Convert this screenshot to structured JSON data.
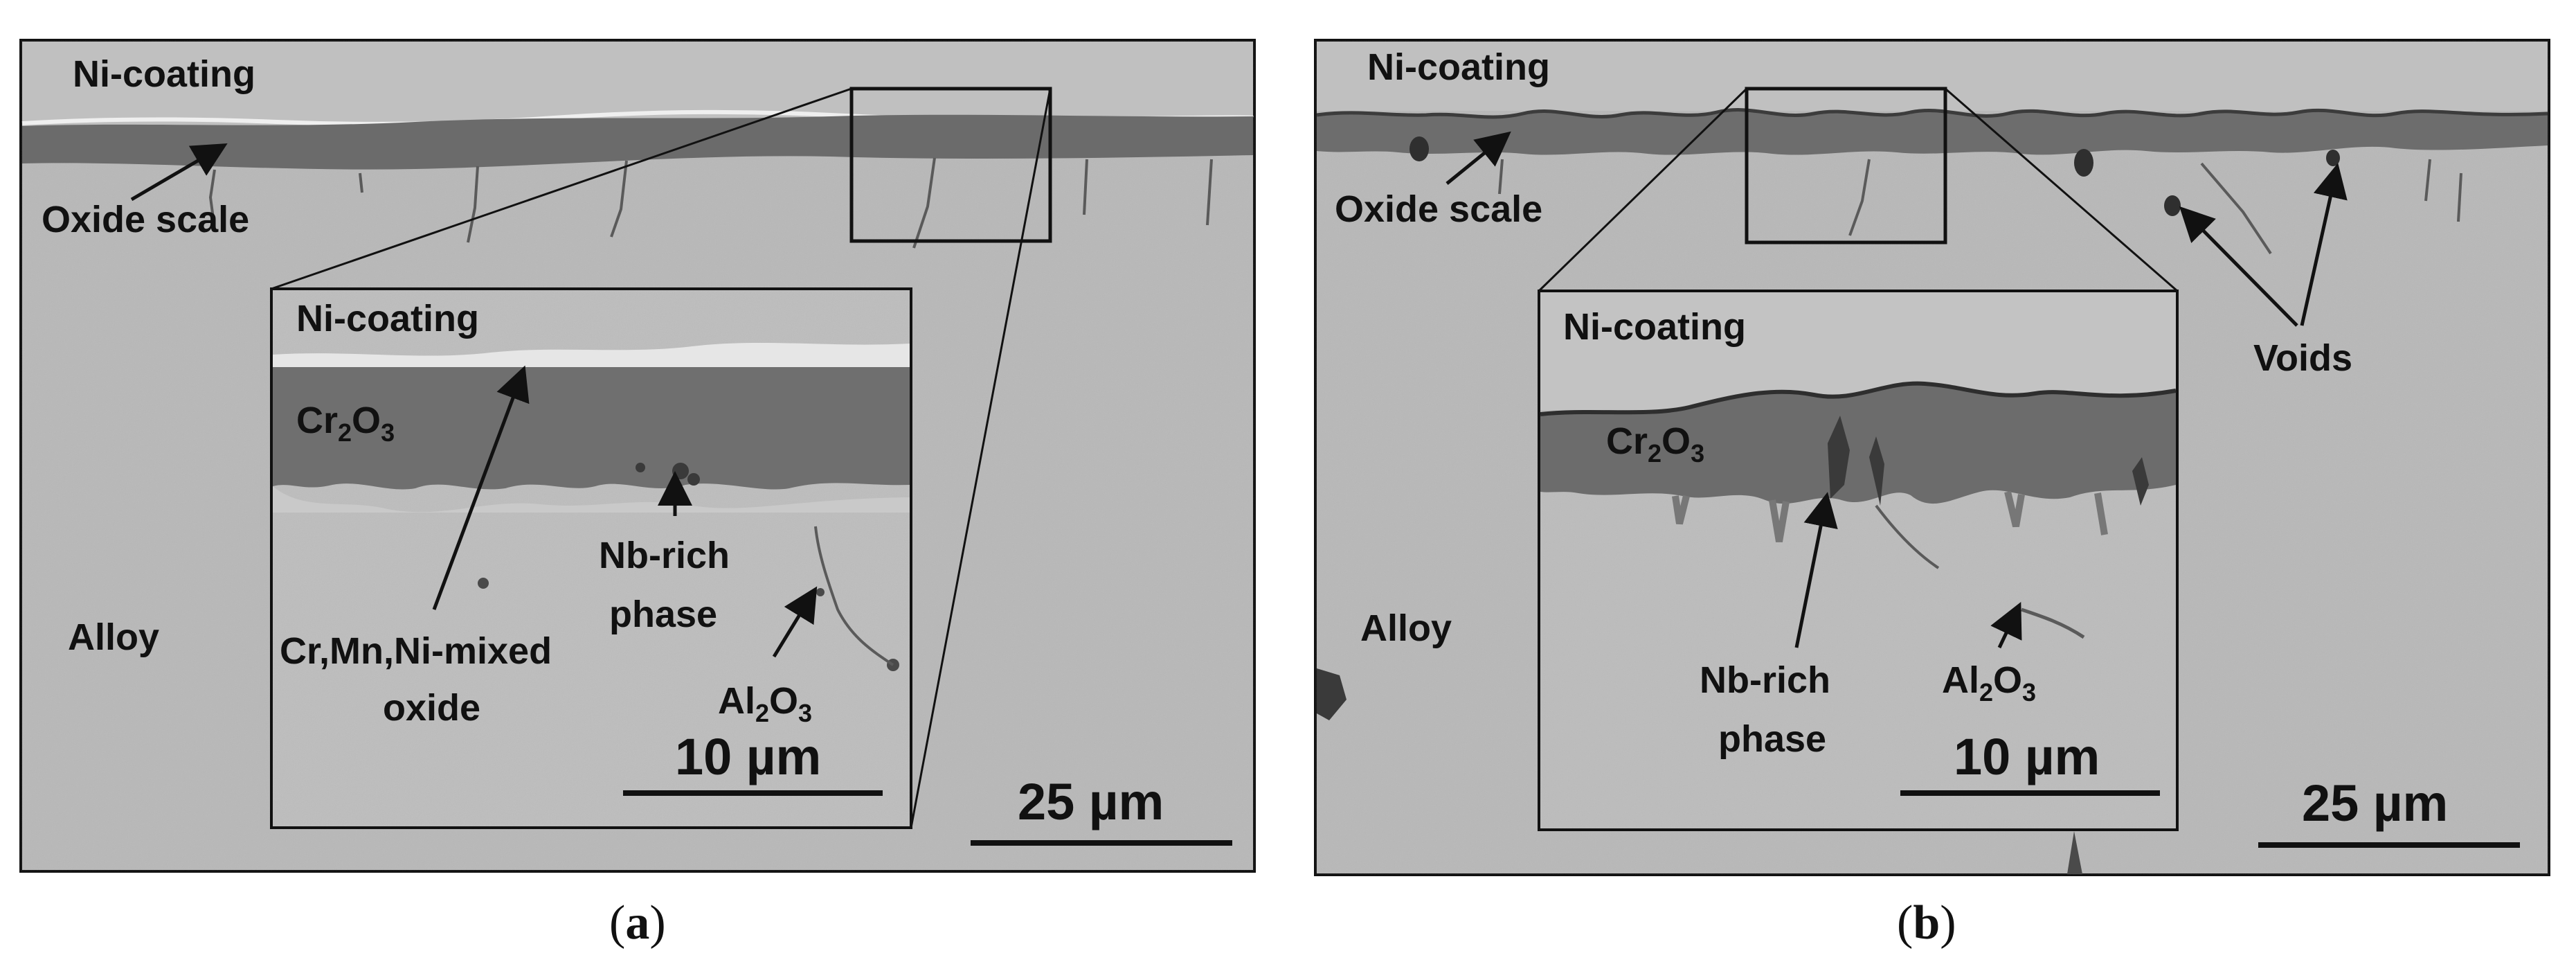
{
  "colors": {
    "background": "#ffffff",
    "micrograph": "#b7b7b7",
    "oxide": "#6e6e6e",
    "coating": "#c1c1c1",
    "ink": "#111111"
  },
  "panels": [
    {
      "id": "a",
      "labels": {
        "coating": "Ni-coating",
        "oxide_scale": "Oxide scale",
        "alloy": "Alloy",
        "scale_bar": "25 µm"
      },
      "inset": {
        "coating": "Ni-coating",
        "cr2o3_main": "Cr",
        "cr2o3_sub1": "2",
        "cr2o3_mid": "O",
        "cr2o3_sub2": "3",
        "mixed_oxide_line1": "Cr,Mn,Ni-mixed",
        "mixed_oxide_line2": "oxide",
        "nb_rich_line1": "Nb-rich",
        "nb_rich_line2": "phase",
        "al2o3_main": "Al",
        "al2o3_sub1": "2",
        "al2o3_mid": "O",
        "al2o3_sub2": "3",
        "scale_bar": "10 µm"
      },
      "caption_open": "(",
      "caption_letter": "a",
      "caption_close": ")"
    },
    {
      "id": "b",
      "labels": {
        "coating": "Ni-coating",
        "oxide_scale": "Oxide scale",
        "alloy": "Alloy",
        "voids": "Voids",
        "scale_bar": "25 µm"
      },
      "inset": {
        "coating": "Ni-coating",
        "cr2o3_main": "Cr",
        "cr2o3_sub1": "2",
        "cr2o3_mid": "O",
        "cr2o3_sub2": "3",
        "nb_rich_line1": "Nb-rich",
        "nb_rich_line2": "phase",
        "al2o3_main": "Al",
        "al2o3_sub1": "2",
        "al2o3_mid": "O",
        "al2o3_sub2": "3",
        "scale_bar": "10 µm"
      },
      "caption_open": "(",
      "caption_letter": "b",
      "caption_close": ")"
    }
  ]
}
